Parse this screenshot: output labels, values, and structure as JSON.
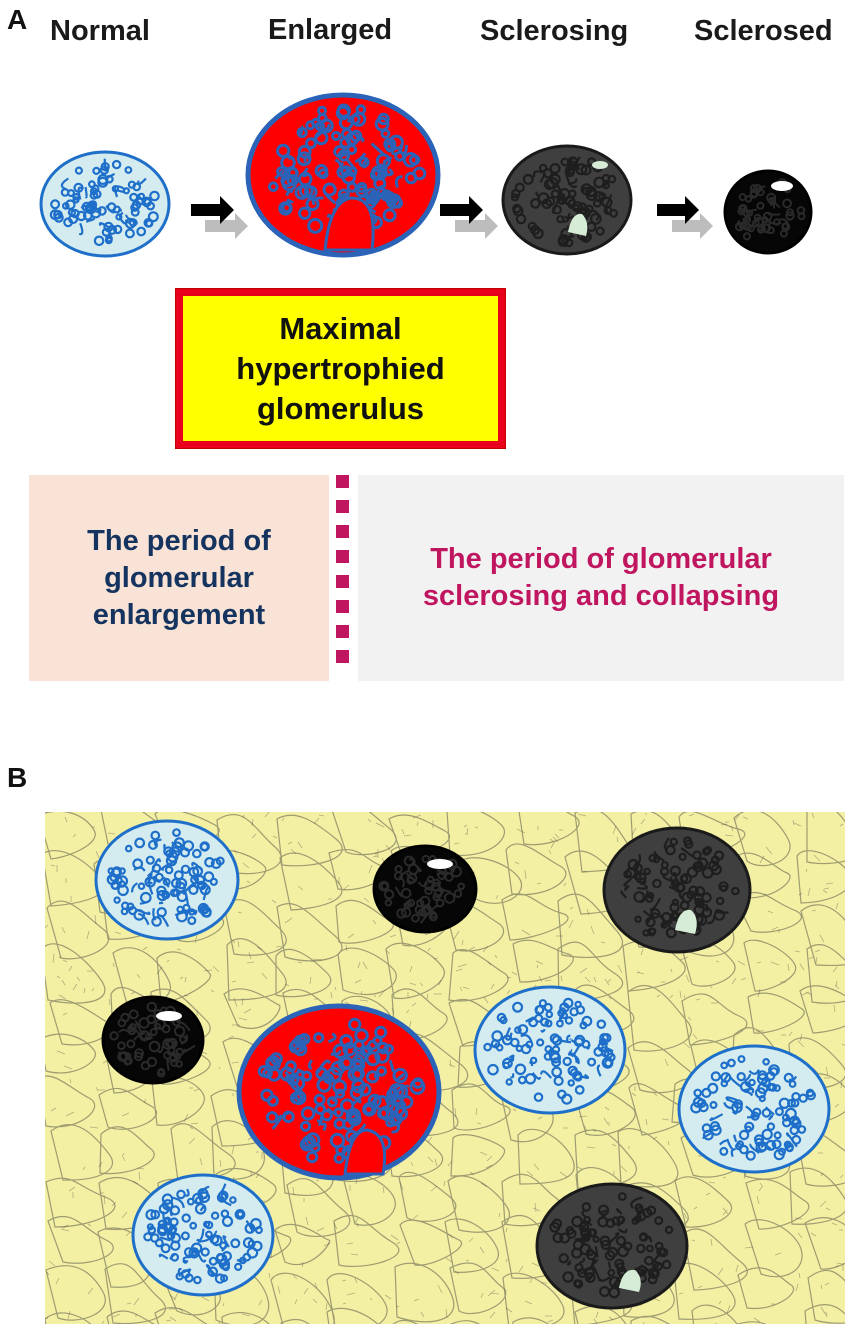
{
  "panel_a": {
    "letter": "A",
    "stages": [
      "Normal",
      "Enlarged",
      "Sclerosing",
      "Sclerosed"
    ],
    "maximal_box": {
      "lines": [
        "Maximal",
        "hypertrophied",
        "glomerulus"
      ],
      "fill": "#ffff00",
      "border": "#e8001c"
    },
    "period_enlargement": {
      "lines": [
        "The period of",
        "glomerular",
        "enlargement"
      ],
      "color": "#14345f",
      "background": "#f9e2d6"
    },
    "period_sclerosing": {
      "lines": [
        "The period of glomerular",
        "sclerosing and collapsing"
      ],
      "color": "#c0155f",
      "background": "#f2f2f2"
    }
  },
  "panel_b": {
    "letter": "B",
    "background": "#f3efa3",
    "glomeruli_types": [
      "normal",
      "normal",
      "normal",
      "normal",
      "enlarged",
      "sclerosing",
      "sclerosing",
      "sclerosed",
      "sclerosed"
    ]
  },
  "colors": {
    "normal_fill": "#d4ecf0",
    "normal_loop": "#1e6fc9",
    "enlarged_fill": "#ff0000",
    "enlarged_loop": "#2a63b8",
    "sclerosing_fill": "#3f3f3f",
    "sclerosing_space": "#d6ecd6",
    "sclerosed_fill": "#060606",
    "divider": "#c0155f"
  }
}
